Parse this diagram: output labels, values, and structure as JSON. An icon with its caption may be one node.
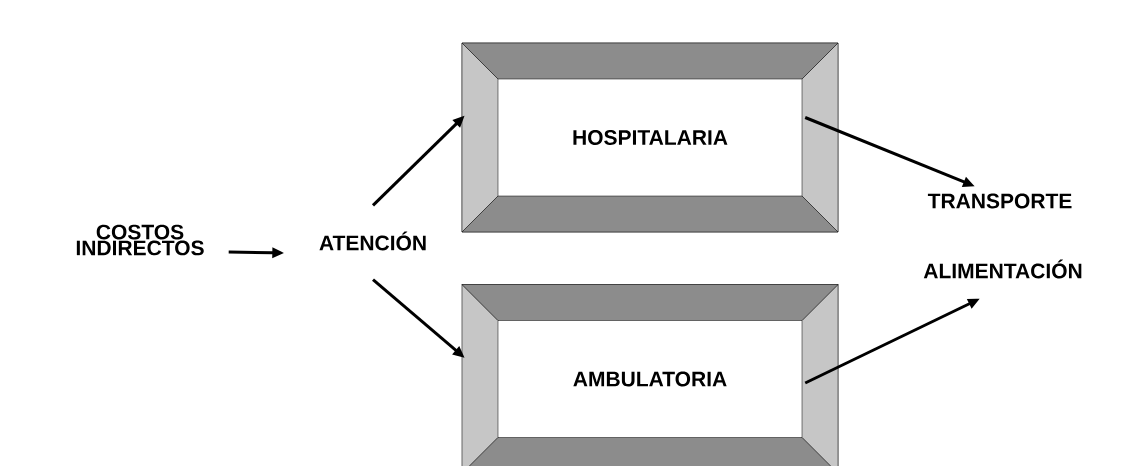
{
  "diagram": {
    "nodes": [
      {
        "text": [
          "COSTOS INDIRECTOS"
        ]
      },
      {
        "text": [
          "ATENCIÓN"
        ]
      },
      {
        "text": [
          "HOSPITALARIA"
        ]
      },
      {
        "text": [
          "AMBULATORIA"
        ]
      },
      {
        "text": [
          "TRANSPORTE"
        ]
      },
      {
        "text": [
          "ALIMENTACIÓN"
        ]
      }
    ],
    "edges": [
      {
        "from": 0,
        "to": 1,
        "arrow": "to"
      },
      {
        "from": 1,
        "to": 2,
        "arrow": "to"
      },
      {
        "from": 1,
        "to": 3,
        "arrow": "to"
      },
      {
        "from": 2,
        "to": 4,
        "arrow": "to"
      },
      {
        "from": 3,
        "to": 5,
        "arrow": "to"
      }
    ]
  }
}
